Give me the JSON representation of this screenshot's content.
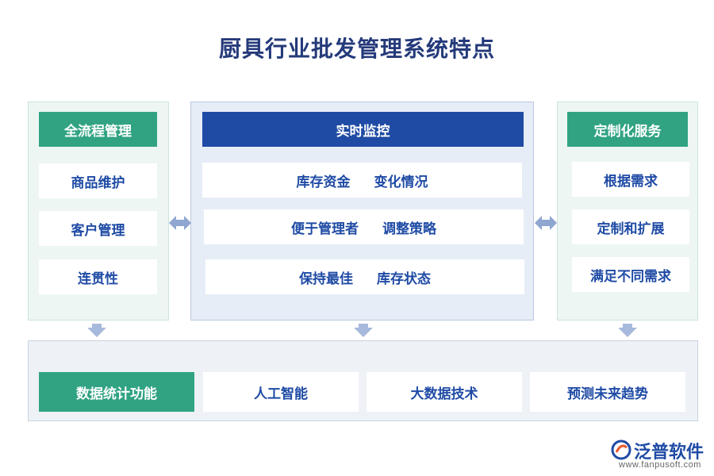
{
  "title": "厨具行业批发管理系统特点",
  "left": {
    "header": "全流程管理",
    "items": [
      "商品维护",
      "客户管理",
      "连贯性"
    ]
  },
  "middle": {
    "header": "实时监控",
    "rows": [
      [
        "库存资金",
        "变化情况"
      ],
      [
        "便于管理者",
        "调整策略"
      ],
      [
        "保持最佳",
        "库存状态"
      ]
    ]
  },
  "right": {
    "header": "定制化服务",
    "items": [
      "根据需求",
      "定制和扩展",
      "满足不同需求"
    ]
  },
  "bottom": {
    "header": "数据统计功能",
    "items": [
      "人工智能",
      "大数据技术",
      "预测未来趋势"
    ]
  },
  "logo": {
    "name": "泛普软件",
    "url": "www.fanpusoft.com"
  },
  "colors": {
    "green": "#31a383",
    "blue": "#1f4ba5",
    "arrow": "#8fa6d1"
  }
}
